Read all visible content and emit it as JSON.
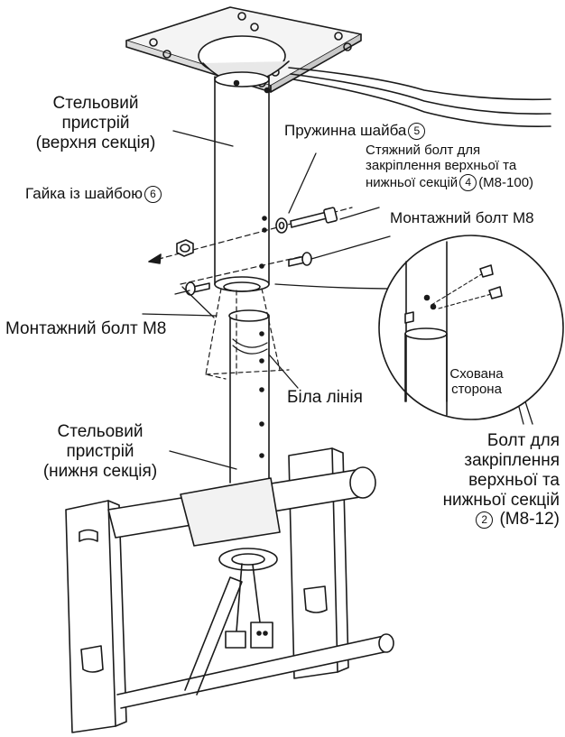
{
  "labels": {
    "upper_section": [
      "Стельовий",
      "пристрій",
      "(верхня секція)"
    ],
    "spring_washer": {
      "text": "Пружинна шайба",
      "num": "5"
    },
    "tie_bolt": {
      "lines": [
        "Стяжний болт для",
        "закріплення верхньої та",
        "нижньої секцій"
      ],
      "num": "4",
      "suffix": "(M8-100)"
    },
    "nut_washer": {
      "text": "Гайка із шайбою",
      "num": "6"
    },
    "mount_bolt_right": "Монтажний болт M8",
    "mount_bolt_left": "Монтажний болт M8",
    "white_line": "Біла лінія",
    "hidden_side": [
      "Схована",
      "сторона"
    ],
    "lower_section": [
      "Стельовий",
      "пристрій",
      "(нижня секція)"
    ],
    "fix_bolt": {
      "lines": [
        "Болт для",
        "закріплення",
        "верхньої та",
        "нижньої секцій"
      ],
      "num": "2",
      "suffix": "(M8-12)"
    }
  }
}
